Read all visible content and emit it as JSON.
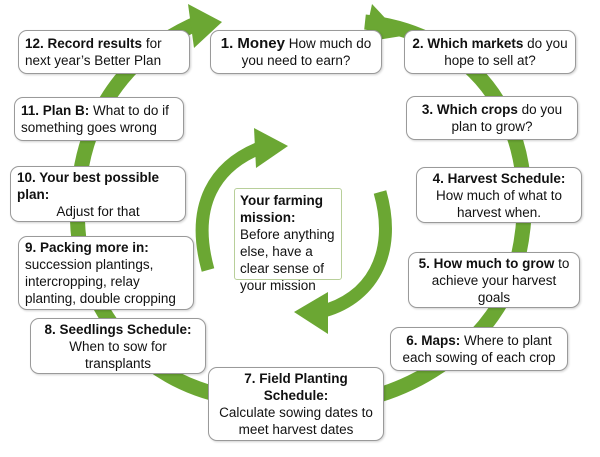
{
  "colors": {
    "arrow_green": "#6ba733",
    "box_border": "#9a9a9a",
    "center_border": "#b8cf9a"
  },
  "steps": [
    {
      "heading": "1. Money",
      "text": "How much do you need to earn?"
    },
    {
      "heading": "2. Which markets",
      "text": "do you hope to sell at?"
    },
    {
      "heading": "3. Which crops",
      "text": "do you plan to grow?"
    },
    {
      "heading": "4.  Harvest Schedule:",
      "text": "How much of what to harvest when."
    },
    {
      "heading": "5. How much to grow",
      "text": "to achieve your harvest goals"
    },
    {
      "heading": "6. Maps:",
      "text": "Where to plant each sowing of each crop"
    },
    {
      "heading": "7. Field Planting Schedule:",
      "text": "Calculate sowing dates to meet harvest dates"
    },
    {
      "heading": "8. Seedlings Schedule:",
      "text": "When to sow for transplants"
    },
    {
      "heading": "9. Packing more in:",
      "text": "succession plantings, intercropping, relay planting, double cropping"
    },
    {
      "heading": "10. Your  best possible plan:",
      "text": "Adjust for that"
    },
    {
      "heading": "11. Plan B:",
      "text": "What to do if something goes wrong"
    },
    {
      "heading": "12. Record results",
      "text": "for next year’s Better Plan"
    }
  ],
  "center": {
    "heading": "Your farming mission:",
    "text": "Before anything else, have a clear sense of your mission"
  }
}
